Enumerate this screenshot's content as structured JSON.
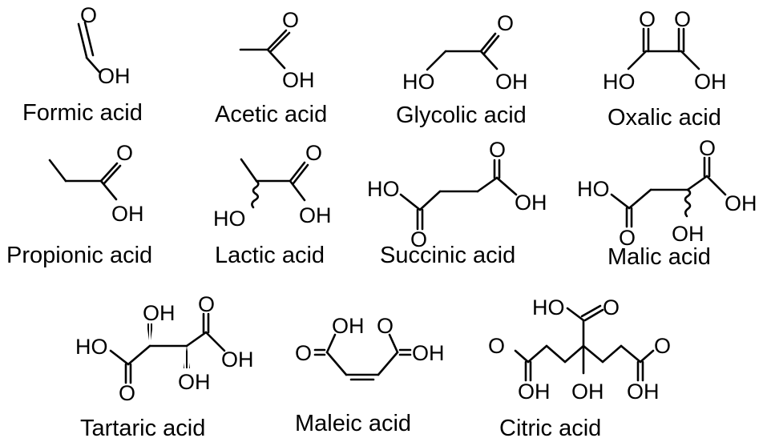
{
  "molecules": [
    {
      "id": "formic",
      "name": "Formic acid",
      "atoms": [
        "O",
        "OH"
      ]
    },
    {
      "id": "acetic",
      "name": "Acetic acid",
      "atoms": [
        "O",
        "OH"
      ]
    },
    {
      "id": "glycolic",
      "name": "Glycolic acid",
      "atoms": [
        "O",
        "HO",
        "OH"
      ]
    },
    {
      "id": "oxalic",
      "name": "Oxalic acid",
      "atoms": [
        "O",
        "O",
        "HO",
        "OH"
      ]
    },
    {
      "id": "propionic",
      "name": "Propionic acid",
      "atoms": [
        "O",
        "OH"
      ]
    },
    {
      "id": "lactic",
      "name": "Lactic acid",
      "atoms": [
        "O",
        "HO",
        "OH"
      ]
    },
    {
      "id": "succinic",
      "name": "Succinic acid",
      "atoms": [
        "HO",
        "O",
        "O",
        "OH"
      ]
    },
    {
      "id": "malic",
      "name": "Malic acid",
      "atoms": [
        "HO",
        "O",
        "O",
        "OH",
        "OH"
      ]
    },
    {
      "id": "tartaric",
      "name": "Tartaric acid",
      "atoms": [
        "OH",
        "HO",
        "O",
        "O",
        "OH",
        "OH"
      ]
    },
    {
      "id": "maleic",
      "name": "Maleic acid",
      "atoms": [
        "OH",
        "O",
        "O",
        "OH"
      ]
    },
    {
      "id": "citric",
      "name": "Citric acid",
      "atoms": [
        "HO",
        "O",
        "O",
        "O",
        "OH",
        "OH",
        "OH"
      ]
    }
  ]
}
